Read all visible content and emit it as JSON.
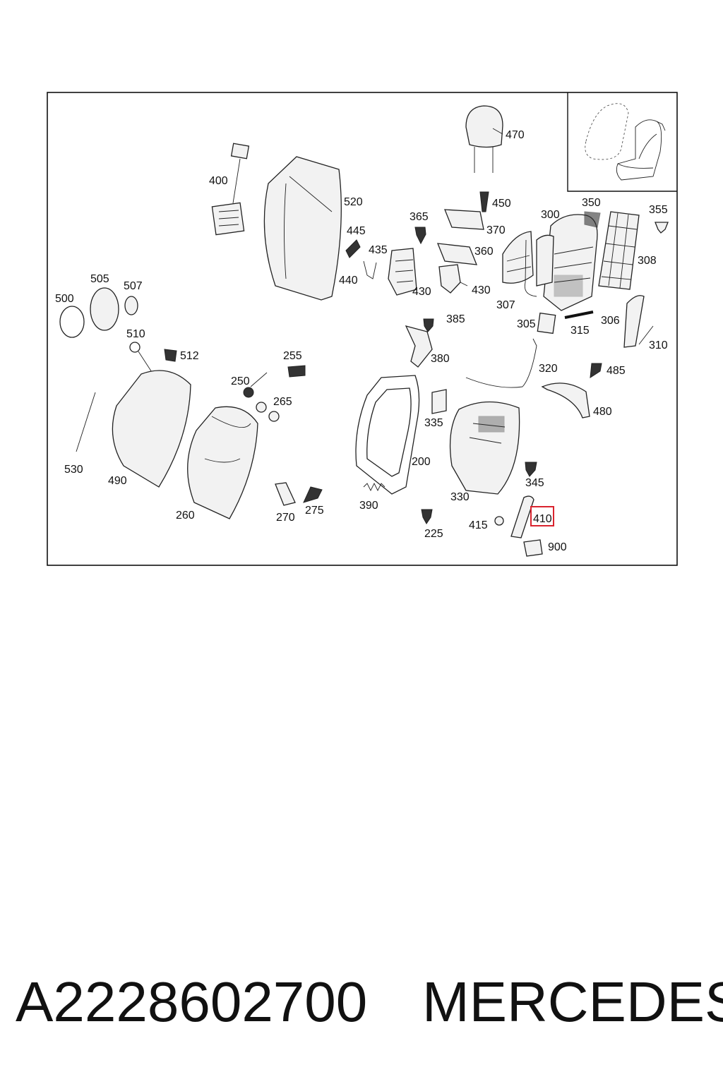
{
  "diagram": {
    "highlighted_label": "410",
    "labels": {
      "l470": "470",
      "l400": "400",
      "l520": "520",
      "l450": "450",
      "l365": "365",
      "l370": "370",
      "l300": "300",
      "l350": "350",
      "l355": "355",
      "l445": "445",
      "l435": "435",
      "l360": "360",
      "l440": "440",
      "l430a": "430",
      "l430b": "430",
      "l308": "308",
      "l307": "307",
      "l315": "315",
      "l306": "306",
      "l505": "505",
      "l507": "507",
      "l500": "500",
      "l510": "510",
      "l385": "385",
      "l305": "305",
      "l310": "310",
      "l512": "512",
      "l255": "255",
      "l380": "380",
      "l320": "320",
      "l485": "485",
      "l250": "250",
      "l265": "265",
      "l335": "335",
      "l480": "480",
      "l530": "530",
      "l490": "490",
      "l200": "200",
      "l345": "345",
      "l260": "260",
      "l270": "270",
      "l275": "275",
      "l390": "390",
      "l330": "330",
      "l410": "410",
      "l415": "415",
      "l225": "225",
      "l900": "900"
    }
  },
  "footer": {
    "part_number": "A2228602700",
    "brand": "MERCEDES"
  }
}
